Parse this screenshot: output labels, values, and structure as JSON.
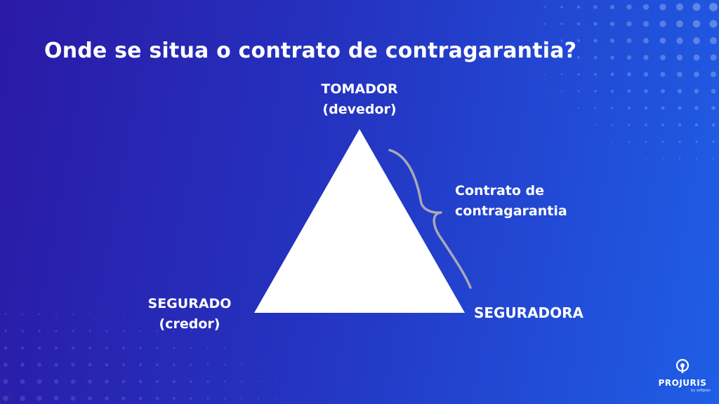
{
  "slide": {
    "title": "Onde se situa o contrato de contragarantia?",
    "background_colors": [
      "#2a1aa6",
      "#1f5ee6"
    ],
    "accent_color": "#ffffff",
    "bracket_color": "#a9a9b3"
  },
  "diagram": {
    "top_vertex": {
      "line1": "TOMADOR",
      "line2": "(devedor)"
    },
    "left_vertex": {
      "line1": "SEGURADO",
      "line2": "(credor)"
    },
    "right_vertex": {
      "line1": "SEGURADORA"
    },
    "bracket_label": {
      "line1": "Contrato de",
      "line2": "contragarantia"
    }
  },
  "logo": {
    "icon": "projuris-p-icon",
    "brand": "PROJURIS",
    "by": "by softplan"
  }
}
